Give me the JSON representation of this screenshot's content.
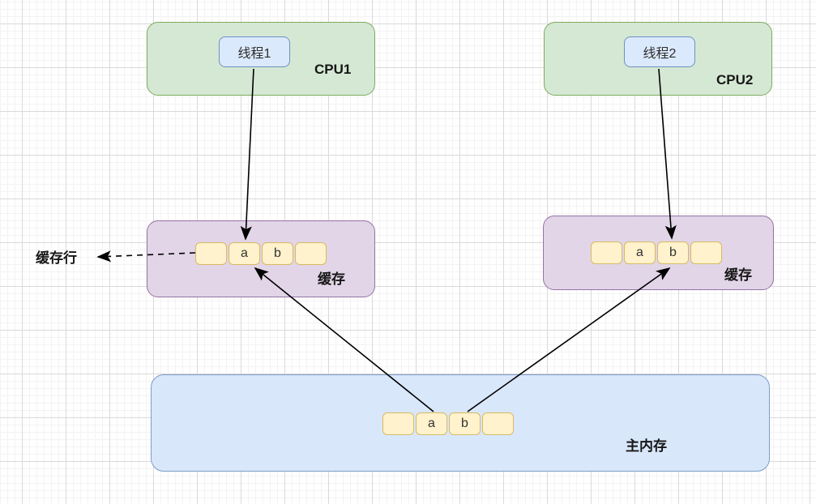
{
  "cpu1": {
    "label": "CPU1",
    "thread_label": "线程1"
  },
  "cpu2": {
    "label": "CPU2",
    "thread_label": "线程2"
  },
  "cache1": {
    "label": "缓存",
    "cells": [
      "",
      "a",
      "b",
      ""
    ]
  },
  "cache2": {
    "label": "缓存",
    "cells": [
      "",
      "a",
      "b",
      ""
    ]
  },
  "cache_line": {
    "label": "缓存行"
  },
  "main_memory": {
    "label": "主内存",
    "cells": [
      "",
      "a",
      "b",
      ""
    ]
  },
  "edges": [
    {
      "from": "thread1",
      "to": "cache1-cell-a",
      "style": "solid-arrow"
    },
    {
      "from": "thread2",
      "to": "cache2-cell-b",
      "style": "solid-arrow"
    },
    {
      "from": "main-memory-cell-a",
      "to": "cache1-cell-a",
      "style": "solid-arrow"
    },
    {
      "from": "main-memory-cell-b",
      "to": "cache2-cell-b",
      "style": "solid-arrow"
    },
    {
      "from": "cache1-cell-row",
      "to": "cache-line-label",
      "style": "dashed-arrow"
    }
  ],
  "colors": {
    "cpu_fill": "#d5e8d4",
    "cpu_border": "#7cab5e",
    "thread_fill": "#dbe9fc",
    "thread_border": "#6f8fc1",
    "cache_fill": "#e1d5e7",
    "cache_border": "#9673a6",
    "cell_fill": "#fff2cc",
    "cell_border": "#d8ba62",
    "memory_fill": "#d9e7fa",
    "memory_border": "#7d9cc9",
    "arrow": "#000000"
  }
}
